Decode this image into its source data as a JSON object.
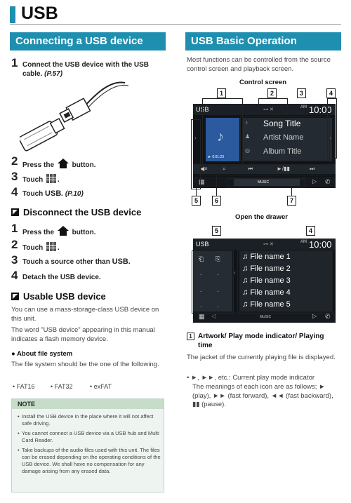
{
  "page": {
    "title": "USB"
  },
  "left": {
    "connect": {
      "heading": "Connecting a USB device",
      "steps": [
        {
          "num": "1",
          "text": "Connect the USB device with the USB cable.",
          "ref": "(P.57)"
        },
        {
          "num": "2",
          "before": "Press the",
          "after": "button."
        },
        {
          "num": "3",
          "before": "Touch",
          "after": "."
        },
        {
          "num": "4",
          "before": "Touch",
          "bold": "USB",
          "ref": ". (P.10)"
        }
      ]
    },
    "disconnect": {
      "heading": "Disconnect the USB device",
      "steps": [
        {
          "num": "1",
          "before": "Press the",
          "after": "button."
        },
        {
          "num": "2",
          "before": "Touch",
          "after": "."
        },
        {
          "num": "3",
          "before": "Touch a source other than",
          "bold": "USB",
          "after": "."
        },
        {
          "num": "4",
          "text": "Detach the USB device."
        }
      ]
    },
    "usable": {
      "heading": "Usable USB device",
      "p1": "You can use a mass-storage-class USB device on this unit.",
      "p2": "The word \"USB device\" appearing in this manual indicates a flash memory device.",
      "fs_head": "● About file system",
      "fs_text": "The file system should be the one of the following.",
      "fs_items": [
        "• FAT16",
        "• FAT32",
        "• exFAT"
      ]
    },
    "note": {
      "head": "NOTE",
      "items": [
        "Install the USB device in the place where it will not affect safe driving.",
        "You cannot connect a USB device via a USB hub and Multi Card Reader.",
        "Take backups of the audio files used with this unit. The files can be erased depending on the operating conditions of the USB device. We shall have no compensation for any damage arising from any erased data."
      ]
    }
  },
  "right": {
    "heading": "USB Basic Operation",
    "intro": "Most functions can be controlled from the source control screen and playback screen.",
    "control_label": "Control screen",
    "drawer_label": "Open the drawer",
    "screen1": {
      "source": "USB",
      "clock": "10:00",
      "am": "AM",
      "song": "Song Title",
      "artist": "Artist Name",
      "album": "Album Title",
      "time": "0:01:23",
      "music": "MUSIC"
    },
    "screen2": {
      "source": "USB",
      "clock": "10:00",
      "am": "AM",
      "music": "MUSIC",
      "files": [
        "File name 1",
        "File name 2",
        "File name 3",
        "File name 4",
        "File name 5"
      ]
    },
    "callouts1": [
      "1",
      "2",
      "3",
      "4",
      "5",
      "6",
      "7"
    ],
    "callouts2": [
      "5",
      "4"
    ],
    "caption": {
      "num": "1",
      "title": "Artwork/ Play mode indicator/ Playing time",
      "text": "The jacket of the currently playing file is displayed.",
      "bullet1": "• ►, ►►, etc.: Current play mode indicator",
      "bullet2": "The meanings of each icon are as follows; ► (play), ►► (fast forward), ◄◄ (fast backward), ▮▮ (pause)."
    }
  }
}
